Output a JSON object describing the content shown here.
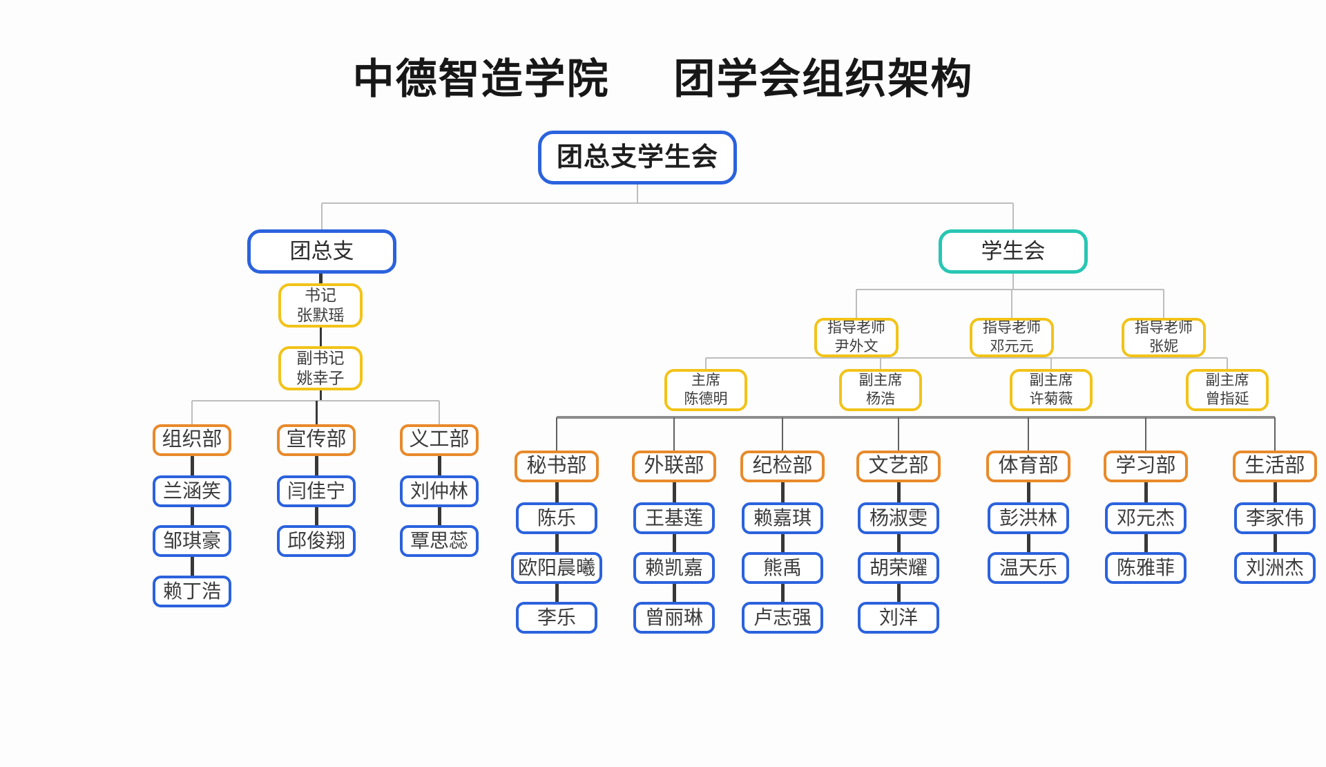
{
  "title": {
    "college": "中德智造学院",
    "subject": "团学会组织架构"
  },
  "root": {
    "label": "团总支学生会"
  },
  "league": {
    "label": "团总支",
    "officers": [
      {
        "role": "书记",
        "name": "张默瑶"
      },
      {
        "role": "副书记",
        "name": "姚幸子"
      }
    ],
    "departments": [
      {
        "label": "组织部",
        "members": [
          "兰涵笑",
          "邹琪豪",
          "赖丁浩"
        ]
      },
      {
        "label": "宣传部",
        "members": [
          "闫佳宁",
          "邱俊翔"
        ]
      },
      {
        "label": "义工部",
        "members": [
          "刘仲林",
          "覃思蕊"
        ]
      }
    ]
  },
  "union": {
    "label": "学生会",
    "advisors": [
      {
        "role": "指导老师",
        "name": "尹外文"
      },
      {
        "role": "指导老师",
        "name": "邓元元"
      },
      {
        "role": "指导老师",
        "name": "张妮"
      }
    ],
    "chairs": [
      {
        "role": "主席",
        "name": "陈德明"
      },
      {
        "role": "副主席",
        "name": "杨浩"
      },
      {
        "role": "副主席",
        "name": "许菊薇"
      },
      {
        "role": "副主席",
        "name": "曾指延"
      }
    ],
    "departments": [
      {
        "label": "秘书部",
        "members": [
          "陈乐",
          "欧阳晨曦",
          "李乐"
        ]
      },
      {
        "label": "外联部",
        "members": [
          "王基莲",
          "赖凯嘉",
          "曾丽琳"
        ]
      },
      {
        "label": "纪检部",
        "members": [
          "赖嘉琪",
          "熊禹",
          "卢志强"
        ]
      },
      {
        "label": "文艺部",
        "members": [
          "杨淑雯",
          "胡荣耀",
          "刘洋"
        ]
      },
      {
        "label": "体育部",
        "members": [
          "彭洪林",
          "温天乐"
        ]
      },
      {
        "label": "学习部",
        "members": [
          "邓元杰",
          "陈雅菲"
        ]
      },
      {
        "label": "生活部",
        "members": [
          "李家伟",
          "刘洲杰"
        ]
      }
    ]
  },
  "colors": {
    "blue": "#2b62dd",
    "teal": "#27c6b2",
    "yellow": "#f2c318",
    "orange": "#e88a2b"
  }
}
